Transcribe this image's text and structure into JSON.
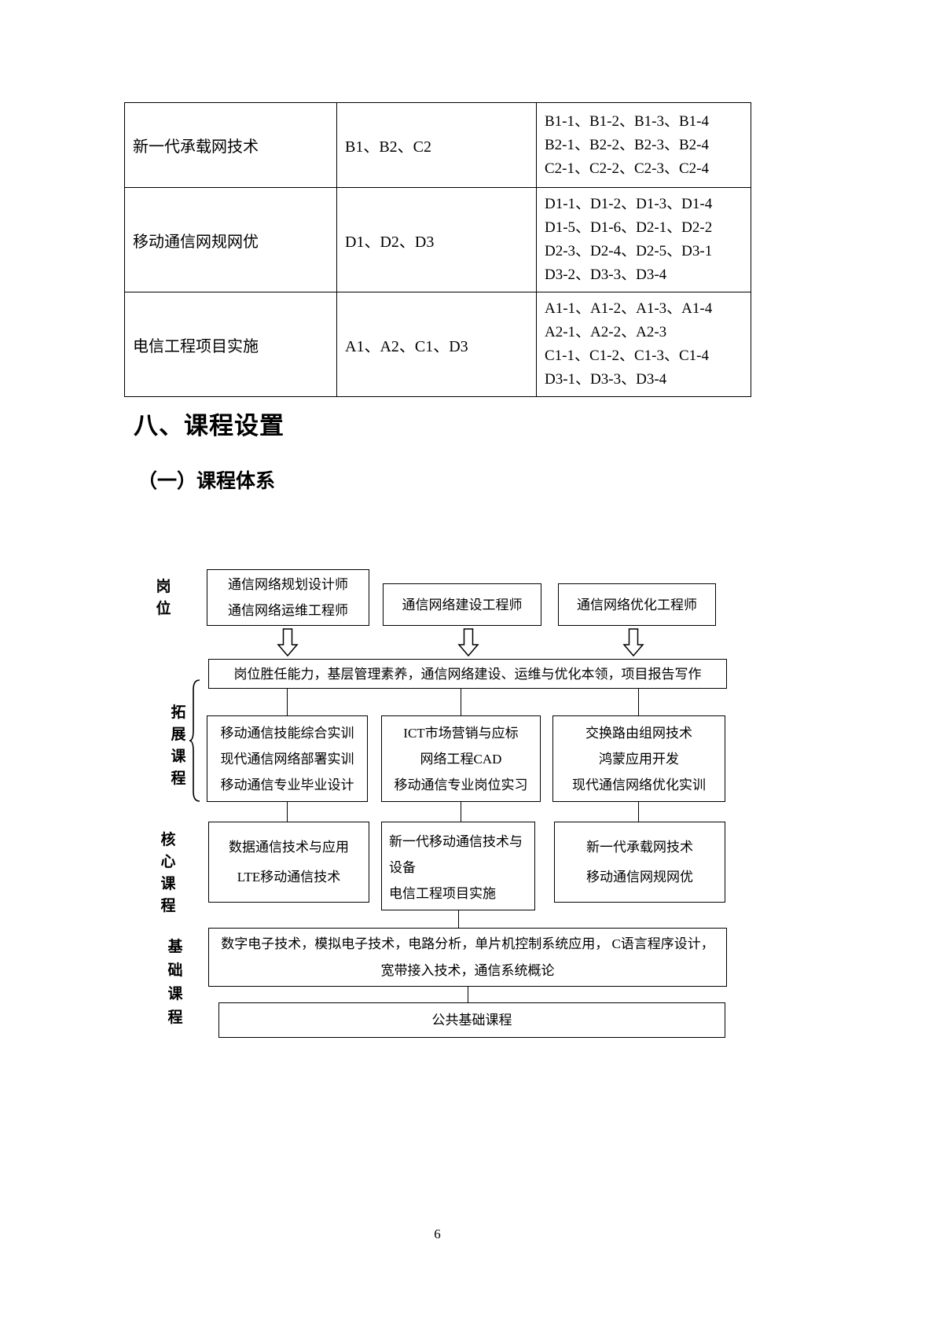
{
  "page": {
    "number": "6"
  },
  "table": {
    "rows": [
      {
        "course": "新一代承载网技术",
        "codes": "B1、B2、C2",
        "details": [
          "B1-1、B1-2、B1-3、B1-4",
          "B2-1、B2-2、B2-3、B2-4",
          "C2-1、C2-2、C2-3、C2-4"
        ]
      },
      {
        "course": "移动通信网规网优",
        "codes": "D1、D2、D3",
        "details": [
          "D1-1、D1-2、D1-3、D1-4",
          "D1-5、D1-6、D2-1、D2-2",
          "D2-3、D2-4、D2-5、D3-1",
          "D3-2、D3-3、D3-4"
        ]
      },
      {
        "course": "电信工程项目实施",
        "codes": "A1、A2、C1、D3",
        "details": [
          "A1-1、A1-2、A1-3、A1-4",
          "A2-1、A2-2、A2-3",
          "C1-1、C1-2、C1-3、C1-4",
          "D3-1、D3-3、D3-4"
        ]
      }
    ]
  },
  "headings": {
    "section": "八、课程设置",
    "subsection": "（一）课程体系"
  },
  "diagram": {
    "labels": {
      "posts": "岗位",
      "expand": "拓展课程",
      "core": "核心课程",
      "basic": "基础课程"
    },
    "job_boxes": [
      {
        "lines": [
          "通信网络规划设计师",
          "通信网络运维工程师"
        ]
      },
      {
        "lines": [
          "通信网络建设工程师"
        ]
      },
      {
        "lines": [
          "通信网络优化工程师"
        ]
      }
    ],
    "competency_box": "岗位胜任能力，基层管理素养，通信网络建设、运维与优化本领，项目报告写作",
    "expand_boxes": [
      {
        "lines": [
          "移动通信技能综合实训",
          "现代通信网络部署实训",
          "移动通信专业毕业设计"
        ]
      },
      {
        "lines": [
          "ICT市场营销与应标",
          "网络工程CAD",
          "移动通信专业岗位实习"
        ]
      },
      {
        "lines": [
          "交换路由组网技术",
          "鸿蒙应用开发",
          "现代通信网络优化实训"
        ]
      }
    ],
    "core_boxes": [
      {
        "lines": [
          "数据通信技术与应用",
          "LTE移动通信技术"
        ]
      },
      {
        "lines": [
          "新一代移动通信技术与设备",
          "电信工程项目实施"
        ]
      },
      {
        "lines": [
          "新一代承载网技术",
          "移动通信网规网优"
        ]
      }
    ],
    "basic_box_lines": [
      "数字电子技术，模拟电子技术，电路分析，单片机控制系统应用， C语言程序设计，",
      "宽带接入技术，通信系统概论"
    ],
    "public_box": "公共基础课程"
  }
}
